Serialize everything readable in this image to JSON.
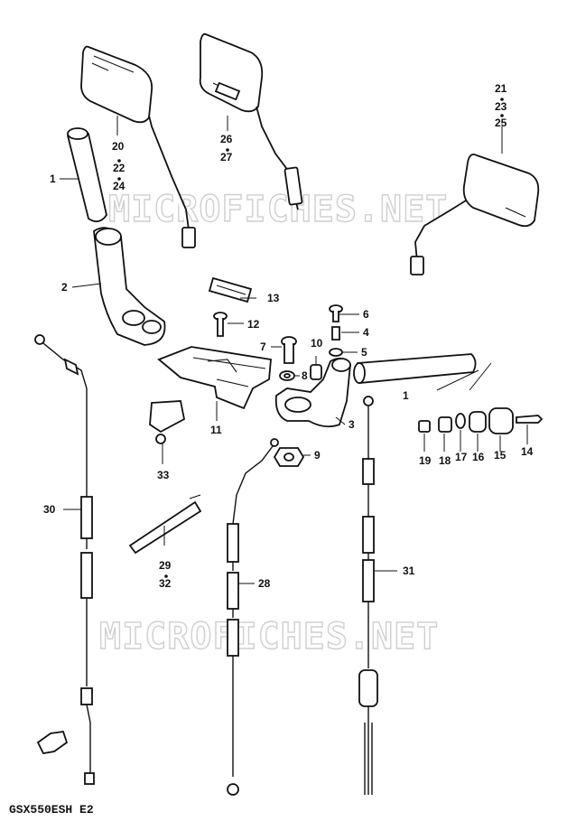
{
  "watermark": "MICROFICHES.NET",
  "footer": {
    "model_code": "GSX550ESH E2"
  },
  "callouts": {
    "grip_left": "1",
    "grip_right": "1",
    "holder_left": "2",
    "holder_right": "3",
    "bolt_4": "4",
    "washer_5": "5",
    "bolt_6": "6",
    "bolt_7": "7",
    "washer_8": "8",
    "nut_9": "9",
    "part_10": "10",
    "bracket_11": "11",
    "bolt_12": "12",
    "plate_13": "13",
    "part_14": "14",
    "part_15": "15",
    "part_16": "16",
    "part_17": "17",
    "part_18": "18",
    "part_19": "19",
    "mirror_left": [
      "20",
      "22",
      "24"
    ],
    "mirror_center": [
      "26",
      "27"
    ],
    "mirror_right": [
      "21",
      "23",
      "25"
    ],
    "cable_28": "28",
    "rod_29": [
      "29",
      "32"
    ],
    "cable_30": "30",
    "cable_31": "31",
    "clamp_33": "33"
  }
}
